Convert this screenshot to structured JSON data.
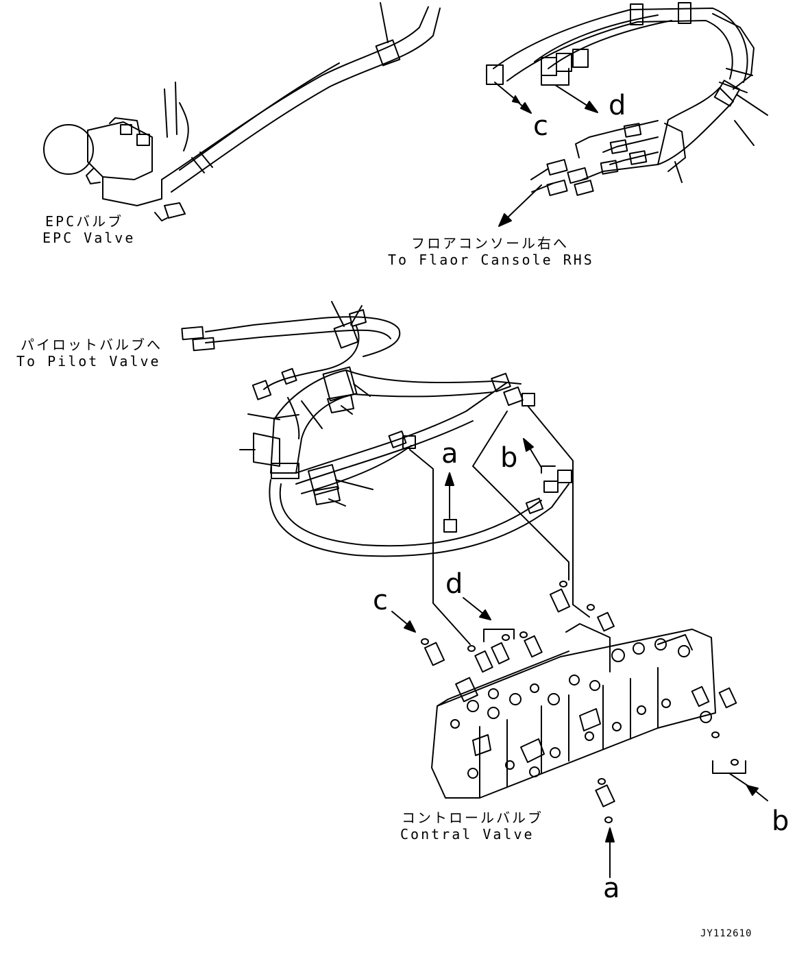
{
  "labels": {
    "epc_jp": "EPCバルブ",
    "epc_en": "EPC Valve",
    "floor_jp": "フロアコンソール右へ",
    "floor_en": "To Flaor Cansole RHS",
    "pilot_jp": "パイロットバルブへ",
    "pilot_en": "To Pilot Valve",
    "control_jp": "コントロールバルブ",
    "control_en": "Contral Valve"
  },
  "callouts": {
    "a": "a",
    "b": "b",
    "c": "c",
    "d": "d"
  },
  "drawing_code": "JY112610"
}
